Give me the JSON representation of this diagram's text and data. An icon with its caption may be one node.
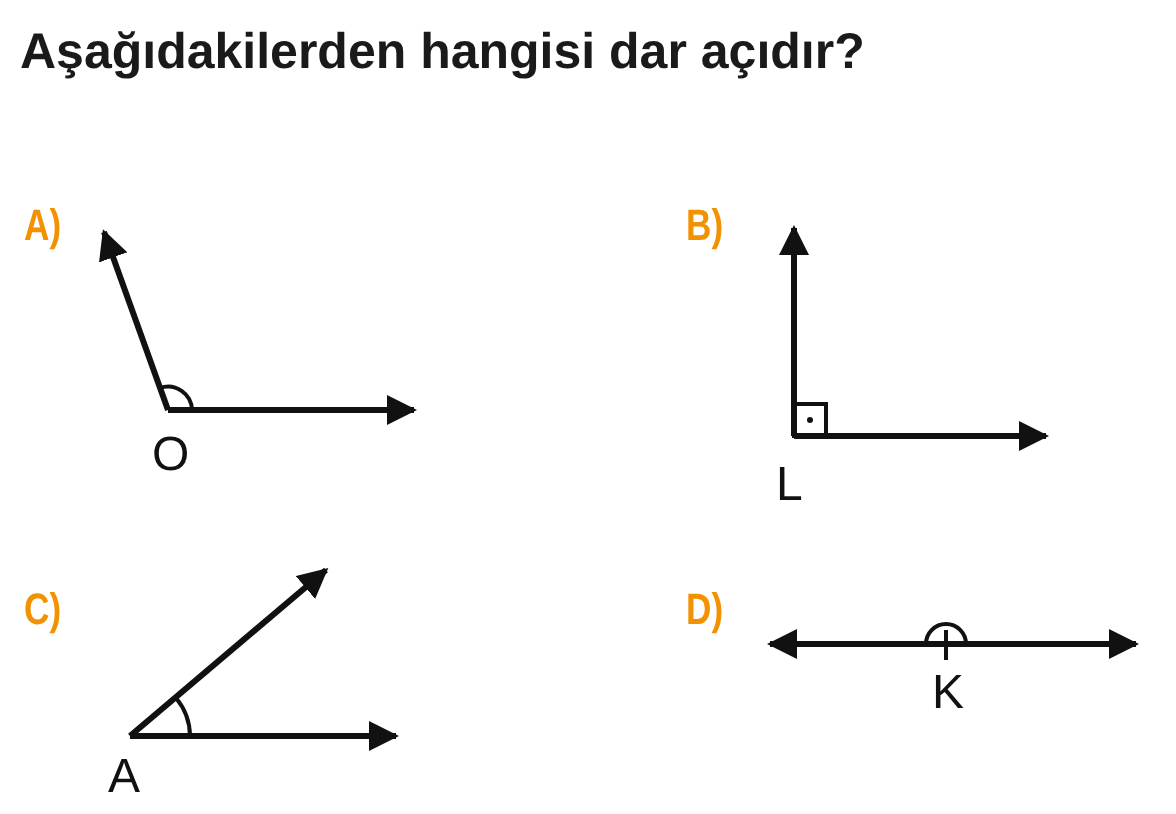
{
  "diagram": {
    "title": "Aşağıdakilerden hangisi dar açıdır?",
    "labels": [
      "A)",
      "O",
      "B)",
      "L",
      "C)",
      "A",
      "D)",
      "K"
    ]
  }
}
